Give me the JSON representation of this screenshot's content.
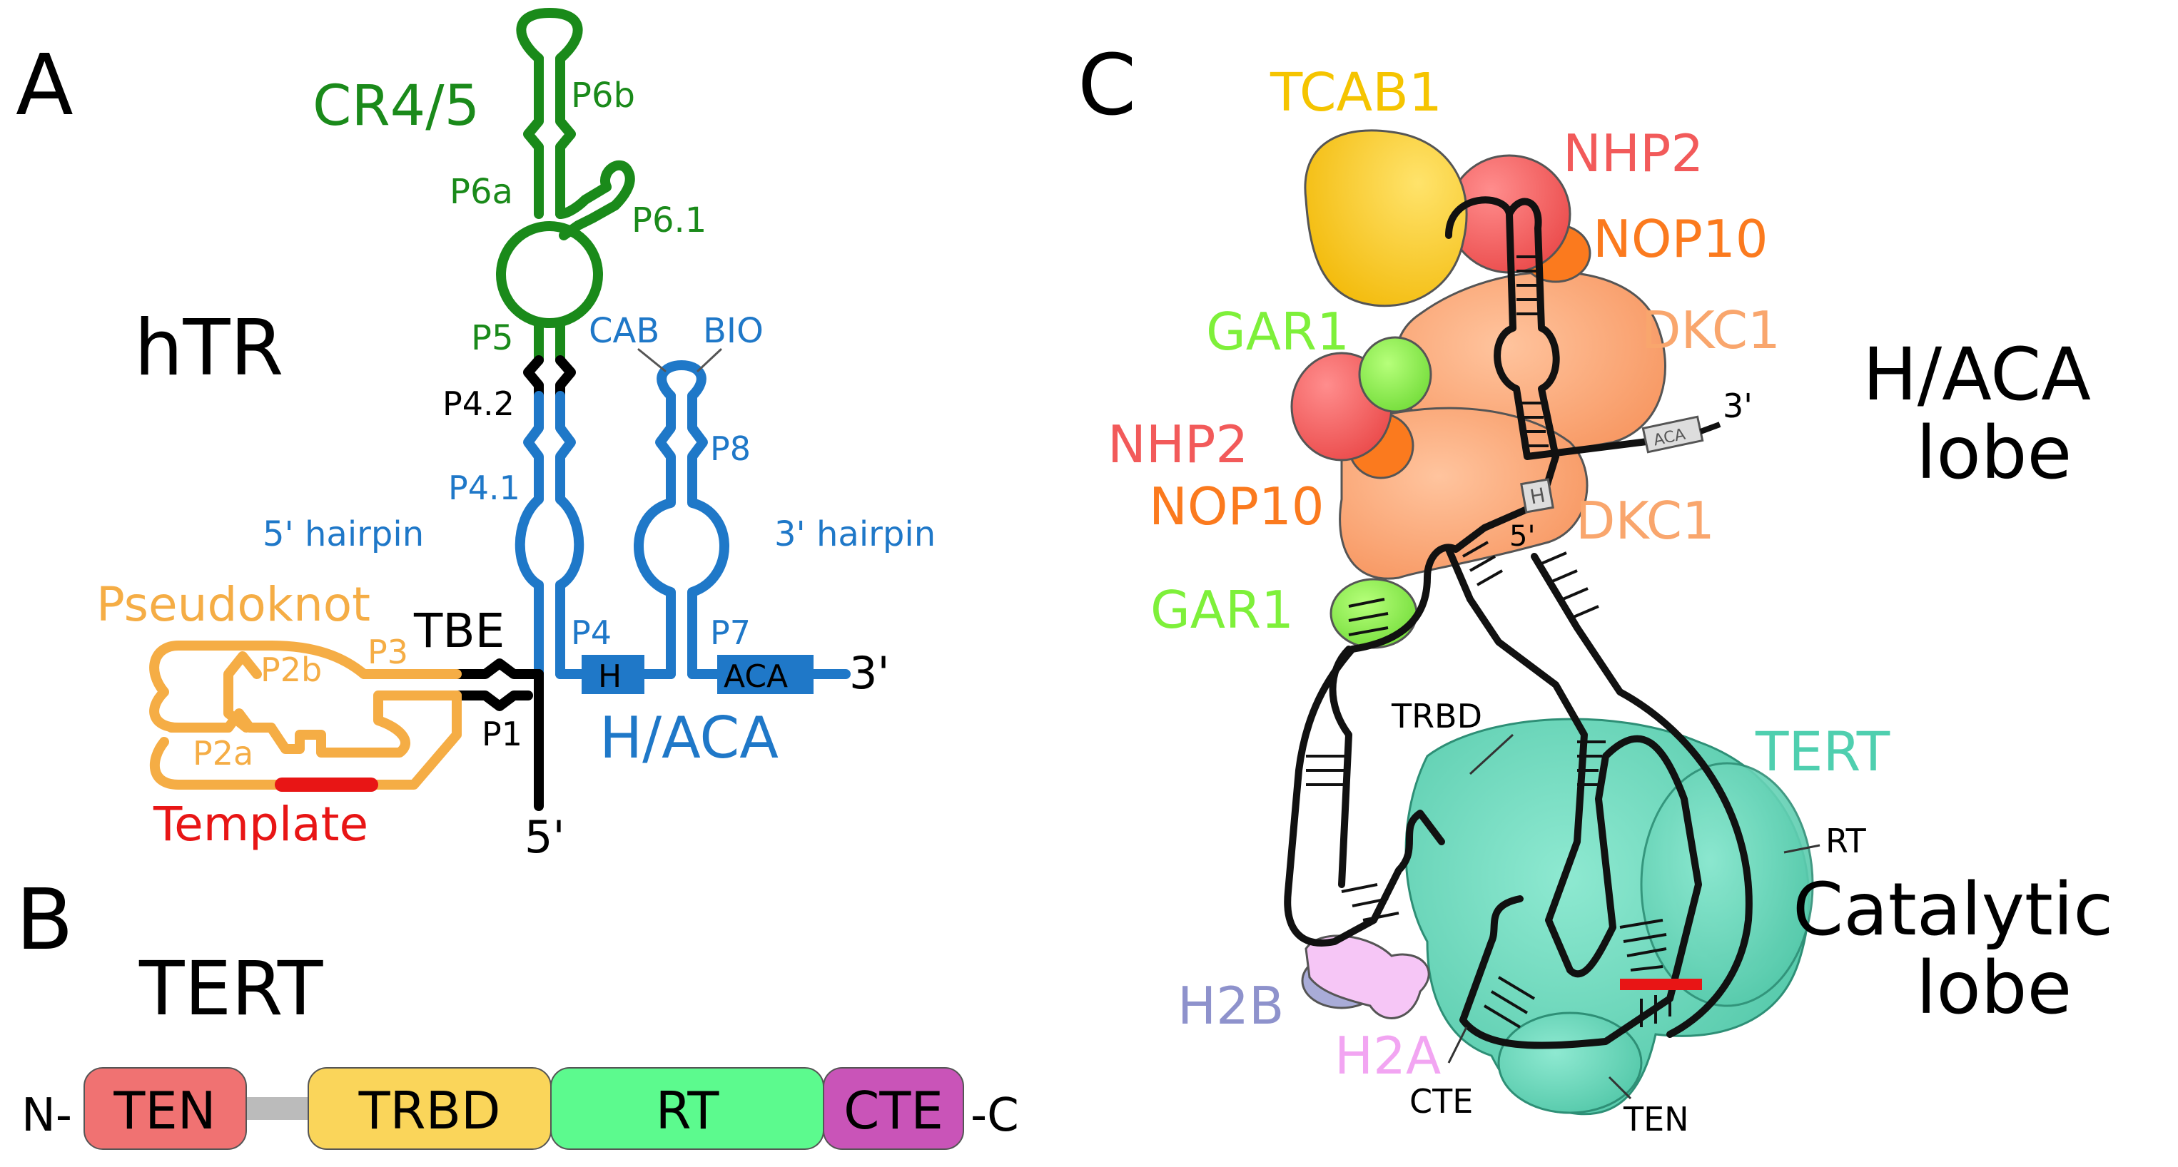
{
  "panels": {
    "a": "A",
    "b": "B",
    "c": "C"
  },
  "hTR": {
    "title": "hTR",
    "domains": {
      "cr45": "CR4/5",
      "pseudoknot": "Pseudoknot",
      "template": "Template",
      "tbe": "TBE",
      "haca": "H/ACA"
    },
    "helices": {
      "p6b": "P6b",
      "p6a": "P6a",
      "p61": "P6.1",
      "p5": "P5",
      "p42": "P4.2",
      "p41": "P4.1",
      "p4": "P4",
      "p8": "P8",
      "p7": "P7",
      "p3": "P3",
      "p2b": "P2b",
      "p2a": "P2a",
      "p1": "P1"
    },
    "elements": {
      "cab": "CAB",
      "bio": "BIO",
      "h_box": "H",
      "aca_box": "ACA",
      "hairpin5": "5' hairpin",
      "hairpin3": "3' hairpin"
    },
    "ends": {
      "five": "5'",
      "three": "3'"
    },
    "colors": {
      "cr45": "#1a8a1a",
      "haca": "#1f78c8",
      "pseudoknot": "#f5ad45",
      "template": "#e81515",
      "core": "#000000"
    }
  },
  "tert": {
    "title": "TERT",
    "n_term": "N-",
    "c_term": "-C",
    "domains": [
      {
        "label": "TEN",
        "color": "#f07272"
      },
      {
        "label": "TRBD",
        "color": "#fad55a"
      },
      {
        "label": "RT",
        "color": "#5cfa8e"
      },
      {
        "label": "CTE",
        "color": "#c954b8"
      }
    ],
    "linker_color": "#bbbbbb"
  },
  "complex": {
    "proteins": {
      "tcab1": "TCAB1",
      "nhp2_top": "NHP2",
      "nop10_top": "NOP10",
      "dkc1_top": "DKC1",
      "gar1_top": "GAR1",
      "nhp2_left": "NHP2",
      "nop10_left": "NOP10",
      "dkc1_bottom": "DKC1",
      "gar1_bottom": "GAR1",
      "tert": "TERT",
      "trbd": "TRBD",
      "rt": "RT",
      "cte": "CTE",
      "ten": "TEN",
      "h2a": "H2A",
      "h2b": "H2B"
    },
    "boxes": {
      "h": "H",
      "aca": "ACA"
    },
    "ends": {
      "three": "3'",
      "five": "5'"
    },
    "lobes": {
      "haca_line1": "H/ACA",
      "haca_line2": "lobe",
      "cat_line1": "Catalytic",
      "cat_line2": "lobe"
    },
    "colors": {
      "tcab1": "#f5c400",
      "nhp2": "#f25a5a",
      "nop10": "#fb7a1e",
      "dkc1": "#f9a66d",
      "gar1": "#7ef03a",
      "tert": "#4fcfaf",
      "h2a": "#f2a5f2",
      "h2b": "#8e92cc"
    }
  }
}
